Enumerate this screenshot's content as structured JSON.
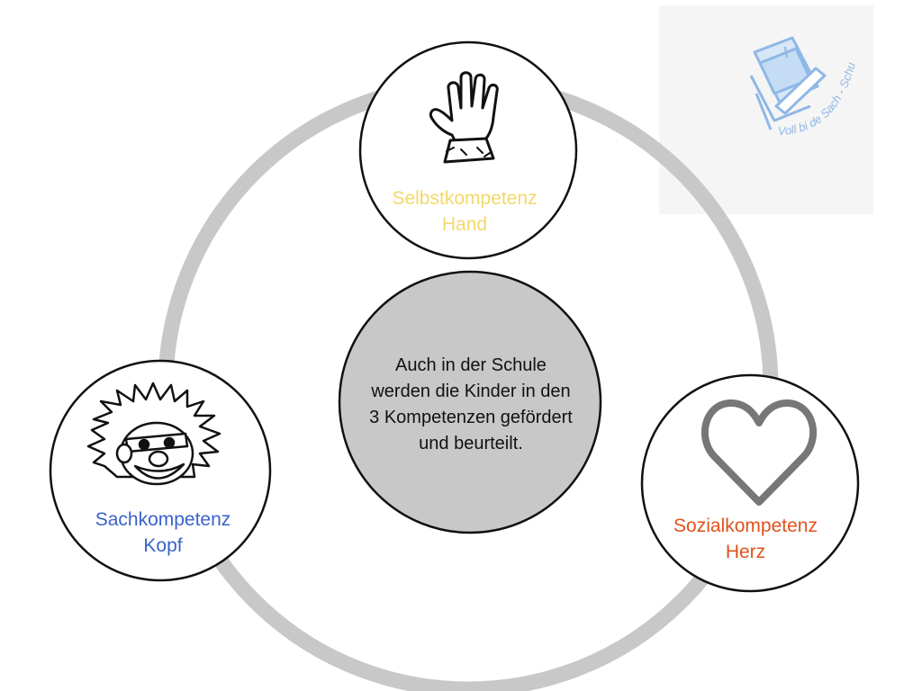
{
  "center": {
    "lines": [
      "Auch in der Schule",
      "werden die Kinder in den",
      "3 Kompetenzen gefördert",
      "und beurteilt."
    ],
    "fill": "#c8c8c8"
  },
  "nodes": {
    "hand": {
      "title": "Selbstkompetenz",
      "subtitle": "Hand",
      "color": "#f3d86b",
      "icon": "hand-icon"
    },
    "head": {
      "title": "Sachkompetenz",
      "subtitle": "Kopf",
      "color": "#3a62c9",
      "icon": "cartoon-head-icon"
    },
    "heart": {
      "title": "Sozialkompetenz",
      "subtitle": "Herz",
      "color": "#e0521b",
      "icon": "heart-icon"
    }
  },
  "ring": {
    "color": "#c8c8c8"
  },
  "logo": {
    "text": "Voll bi de Sach - Schuel Flaabach",
    "icon": "book-pencil-logo-icon",
    "color": "#8fb8e6"
  }
}
